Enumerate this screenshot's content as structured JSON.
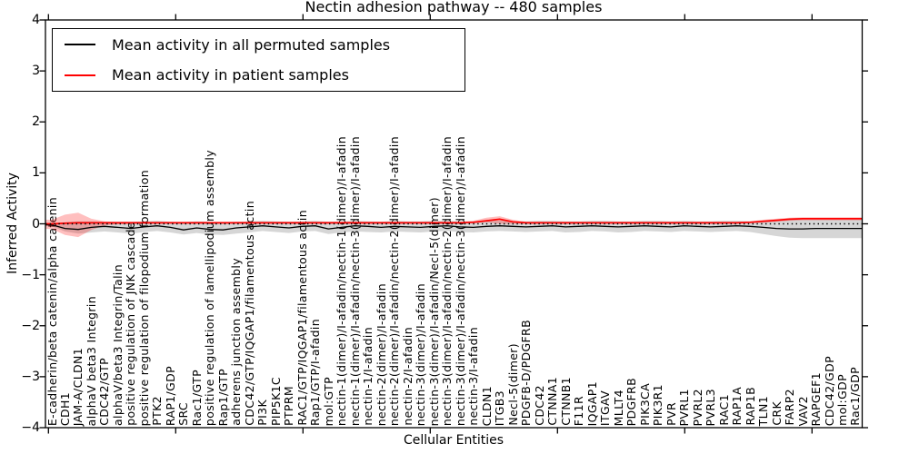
{
  "title": "Nectin adhesion pathway -- 480 samples",
  "chart_data": {
    "type": "line",
    "title": "Nectin adhesion pathway -- 480 samples",
    "xlabel": "Cellular Entities",
    "ylabel": "Inferred Activity",
    "ylim": [
      -4,
      4
    ],
    "y_ticks": [
      4,
      3,
      2,
      1,
      0,
      -1,
      -2,
      -3,
      -4
    ],
    "grid": false,
    "legend_position": "upper left",
    "zero_line": {
      "y": 0,
      "style": "dotted",
      "color": "#000000"
    },
    "categories": [
      "E-cadherin/beta catenin/alpha catenin",
      "CDH1",
      "JAM-A/CLDN1",
      "alphaV beta3 Integrin",
      "CDC42/GTP",
      "alphaV/beta3 Integrin/Talin",
      "positive regulation of JNK cascade",
      "positive regulation of filopodium formation",
      "PTK2",
      "RAP1/GDP",
      "SRC",
      "Rac1/GTP",
      "positive regulation of lamellipodium assembly",
      "Rap1/GTP",
      "adherens junction assembly",
      "CDC42/GTP/IQGAP1/filamentous actin",
      "PI3K",
      "PIP5K1C",
      "PTPRM",
      "RAC1/GTP/IQGAP1/filamentous actin",
      "Rap1/GTP/I-afadin",
      "mol:GTP",
      "nectin-1(dimer)/I-afadin/nectin-1(dimer)/I-afadin",
      "nectin-1(dimer)/I-afadin/nectin-3(dimer)/I-afadin",
      "nectin-1/I-afadin",
      "nectin-2(dimer)/I-afadin",
      "nectin-2(dimer)/I-afadin/nectin-2(dimer)/I-afadin",
      "nectin-2/I-afadin",
      "nectin-3(dimer)/I-afadin",
      "nectin-3(dimer)/I-afadin/Necl-5(dimer)",
      "nectin-3(dimer)/I-afadin/nectin-2(dimer)/I-afadin",
      "nectin-3(dimer)/I-afadin/nectin-3(dimer)/I-afadin",
      "nectin-3/I-afadin",
      "CLDN1",
      "ITGB3",
      "Necl-5(dimer)",
      "PDGFB-D/PDGFRB",
      "CDC42",
      "CTNNA1",
      "CTNNB1",
      "F11R",
      "IQGAP1",
      "ITGAV",
      "MLLT4",
      "PDGFRB",
      "PIK3CA",
      "PIK3R1",
      "PVR",
      "PVRL1",
      "PVRL2",
      "PVRL3",
      "RAC1",
      "RAP1A",
      "RAP1B",
      "TLN1",
      "CRK",
      "FARP2",
      "VAV2",
      "RAPGEF1",
      "CDC42/GDP",
      "mol:GDP",
      "Rac1/GDP"
    ],
    "series": [
      {
        "name": "Mean activity in all permuted samples",
        "color": "#000000",
        "band_color": "rgba(0,0,0,0.16)",
        "values": [
          -0.02,
          -0.09,
          -0.11,
          -0.07,
          -0.05,
          -0.07,
          -0.09,
          -0.06,
          -0.04,
          -0.07,
          -0.12,
          -0.08,
          -0.11,
          -0.12,
          -0.08,
          -0.06,
          -0.04,
          -0.06,
          -0.08,
          -0.05,
          -0.04,
          -0.1,
          -0.07,
          -0.04,
          -0.05,
          -0.07,
          -0.05,
          -0.06,
          -0.07,
          -0.05,
          -0.04,
          -0.06,
          -0.07,
          -0.05,
          -0.04,
          -0.05,
          -0.06,
          -0.05,
          -0.04,
          -0.06,
          -0.05,
          -0.04,
          -0.05,
          -0.06,
          -0.05,
          -0.04,
          -0.05,
          -0.06,
          -0.04,
          -0.05,
          -0.06,
          -0.05,
          -0.04,
          -0.05,
          -0.07,
          -0.09,
          -0.1,
          -0.1,
          -0.09,
          -0.09,
          -0.09,
          -0.09
        ],
        "band_upper": [
          0.0,
          0.03,
          0.05,
          0.05,
          0.04,
          0.04,
          0.04,
          0.05,
          0.06,
          0.04,
          0.03,
          0.05,
          0.04,
          0.03,
          0.04,
          0.05,
          0.06,
          0.05,
          0.04,
          0.05,
          0.06,
          0.04,
          0.05,
          0.06,
          0.05,
          0.04,
          0.06,
          0.05,
          0.05,
          0.06,
          0.06,
          0.05,
          0.05,
          0.06,
          0.06,
          0.05,
          0.05,
          0.06,
          0.06,
          0.05,
          0.05,
          0.06,
          0.06,
          0.05,
          0.05,
          0.06,
          0.06,
          0.05,
          0.06,
          0.05,
          0.05,
          0.06,
          0.06,
          0.05,
          0.06,
          0.07,
          0.08,
          0.08,
          0.08,
          0.08,
          0.08,
          0.08
        ],
        "band_lower": [
          -0.05,
          -0.15,
          -0.19,
          -0.17,
          -0.15,
          -0.17,
          -0.19,
          -0.16,
          -0.14,
          -0.17,
          -0.21,
          -0.18,
          -0.21,
          -0.22,
          -0.19,
          -0.17,
          -0.14,
          -0.16,
          -0.18,
          -0.15,
          -0.14,
          -0.2,
          -0.17,
          -0.15,
          -0.16,
          -0.17,
          -0.15,
          -0.16,
          -0.17,
          -0.15,
          -0.14,
          -0.16,
          -0.17,
          -0.15,
          -0.14,
          -0.15,
          -0.16,
          -0.15,
          -0.14,
          -0.17,
          -0.16,
          -0.14,
          -0.15,
          -0.17,
          -0.16,
          -0.14,
          -0.15,
          -0.16,
          -0.14,
          -0.15,
          -0.16,
          -0.15,
          -0.14,
          -0.16,
          -0.2,
          -0.24,
          -0.27,
          -0.28,
          -0.28,
          -0.28,
          -0.28,
          -0.28
        ]
      },
      {
        "name": "Mean activity in patient samples",
        "color": "#ff0000",
        "band_color": "rgba(255,0,0,0.25)",
        "values": [
          0.0,
          0.01,
          0.02,
          0.02,
          0.02,
          0.02,
          0.02,
          0.02,
          0.02,
          0.02,
          0.02,
          0.02,
          0.02,
          0.02,
          0.02,
          0.02,
          0.02,
          0.02,
          0.02,
          0.02,
          0.02,
          0.02,
          0.02,
          0.02,
          0.02,
          0.02,
          0.02,
          0.02,
          0.02,
          0.02,
          0.02,
          0.02,
          0.03,
          0.06,
          0.09,
          0.04,
          0.02,
          0.02,
          0.02,
          0.02,
          0.02,
          0.02,
          0.02,
          0.02,
          0.02,
          0.02,
          0.02,
          0.02,
          0.02,
          0.02,
          0.02,
          0.02,
          0.02,
          0.03,
          0.05,
          0.07,
          0.09,
          0.1,
          0.1,
          0.1,
          0.1,
          0.1
        ],
        "band_upper": [
          0.08,
          0.18,
          0.22,
          0.1,
          0.05,
          0.04,
          0.04,
          0.04,
          0.04,
          0.04,
          0.04,
          0.04,
          0.04,
          0.04,
          0.04,
          0.04,
          0.04,
          0.04,
          0.04,
          0.04,
          0.04,
          0.04,
          0.04,
          0.04,
          0.04,
          0.04,
          0.04,
          0.04,
          0.04,
          0.04,
          0.04,
          0.04,
          0.06,
          0.12,
          0.15,
          0.08,
          0.04,
          0.04,
          0.04,
          0.04,
          0.04,
          0.04,
          0.04,
          0.04,
          0.04,
          0.04,
          0.04,
          0.04,
          0.04,
          0.04,
          0.04,
          0.04,
          0.04,
          0.05,
          0.08,
          0.1,
          0.12,
          0.13,
          0.13,
          0.13,
          0.13,
          0.13
        ],
        "band_lower": [
          -0.1,
          -0.22,
          -0.26,
          -0.12,
          -0.03,
          -0.01,
          0.0,
          0.0,
          0.0,
          0.0,
          0.0,
          0.0,
          0.0,
          0.0,
          0.0,
          0.0,
          0.0,
          0.0,
          0.0,
          0.0,
          0.0,
          0.0,
          0.0,
          0.0,
          0.0,
          0.0,
          0.0,
          0.0,
          0.0,
          0.0,
          0.0,
          0.0,
          0.01,
          0.03,
          0.0,
          0.0,
          0.0,
          0.0,
          0.0,
          0.0,
          0.0,
          0.0,
          0.0,
          0.0,
          0.0,
          0.0,
          0.0,
          0.0,
          0.0,
          0.0,
          0.0,
          0.0,
          0.0,
          0.01,
          0.02,
          0.04,
          0.06,
          0.07,
          0.07,
          0.07,
          0.07,
          0.07
        ]
      }
    ]
  }
}
